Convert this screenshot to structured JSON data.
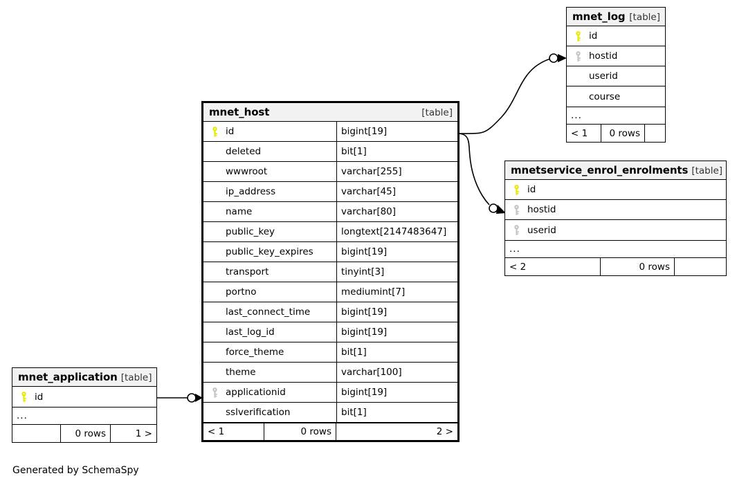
{
  "diagram": {
    "caption": "Generated by SchemaSpy",
    "table_tag": "[table]",
    "ellipsis": "...",
    "colors": {
      "primary_key": "#e8e800",
      "foreign_key": "#c0c0c0",
      "header_bg": "#f2f2f2",
      "border": "#000000",
      "background": "#ffffff"
    }
  },
  "tables": {
    "mnet_host": {
      "name": "mnet_host",
      "tag": "[table]",
      "columns": [
        {
          "key": "primary",
          "name": "id",
          "type": "bigint[19]"
        },
        {
          "key": "none",
          "name": "deleted",
          "type": "bit[1]"
        },
        {
          "key": "none",
          "name": "wwwroot",
          "type": "varchar[255]"
        },
        {
          "key": "none",
          "name": "ip_address",
          "type": "varchar[45]"
        },
        {
          "key": "none",
          "name": "name",
          "type": "varchar[80]"
        },
        {
          "key": "none",
          "name": "public_key",
          "type": "longtext[2147483647]"
        },
        {
          "key": "none",
          "name": "public_key_expires",
          "type": "bigint[19]"
        },
        {
          "key": "none",
          "name": "transport",
          "type": "tinyint[3]"
        },
        {
          "key": "none",
          "name": "portno",
          "type": "mediumint[7]"
        },
        {
          "key": "none",
          "name": "last_connect_time",
          "type": "bigint[19]"
        },
        {
          "key": "none",
          "name": "last_log_id",
          "type": "bigint[19]"
        },
        {
          "key": "none",
          "name": "force_theme",
          "type": "bit[1]"
        },
        {
          "key": "none",
          "name": "theme",
          "type": "varchar[100]"
        },
        {
          "key": "foreign",
          "name": "applicationid",
          "type": "bigint[19]"
        },
        {
          "key": "none",
          "name": "sslverification",
          "type": "bit[1]"
        }
      ],
      "footer": {
        "left": "< 1",
        "middle": "0 rows",
        "right": "2 >"
      }
    },
    "mnet_log": {
      "name": "mnet_log",
      "tag": "[table]",
      "columns": [
        {
          "key": "primary",
          "name": "id"
        },
        {
          "key": "foreign",
          "name": "hostid"
        },
        {
          "key": "none",
          "name": "userid"
        },
        {
          "key": "none",
          "name": "course"
        }
      ],
      "more": "...",
      "footer": {
        "left": "< 1",
        "middle": "0 rows",
        "right": ""
      }
    },
    "mnetservice_enrol_enrolments": {
      "name": "mnetservice_enrol_enrolments",
      "tag": "[table]",
      "columns": [
        {
          "key": "primary",
          "name": "id"
        },
        {
          "key": "foreign",
          "name": "hostid"
        },
        {
          "key": "foreign",
          "name": "userid"
        }
      ],
      "more": "...",
      "footer": {
        "left": "< 2",
        "middle": "0 rows",
        "right": ""
      }
    },
    "mnet_application": {
      "name": "mnet_application",
      "tag": "[table]",
      "columns": [
        {
          "key": "primary",
          "name": "id"
        }
      ],
      "more": "...",
      "footer": {
        "left": "",
        "middle": "0 rows",
        "right": "1 >"
      }
    }
  },
  "relationships": [
    {
      "from": "mnet_host.id",
      "to": "mnet_log.hostid"
    },
    {
      "from": "mnet_host.id",
      "to": "mnetservice_enrol_enrolments.hostid"
    },
    {
      "from": "mnet_application.id",
      "to": "mnet_host.applicationid"
    }
  ]
}
